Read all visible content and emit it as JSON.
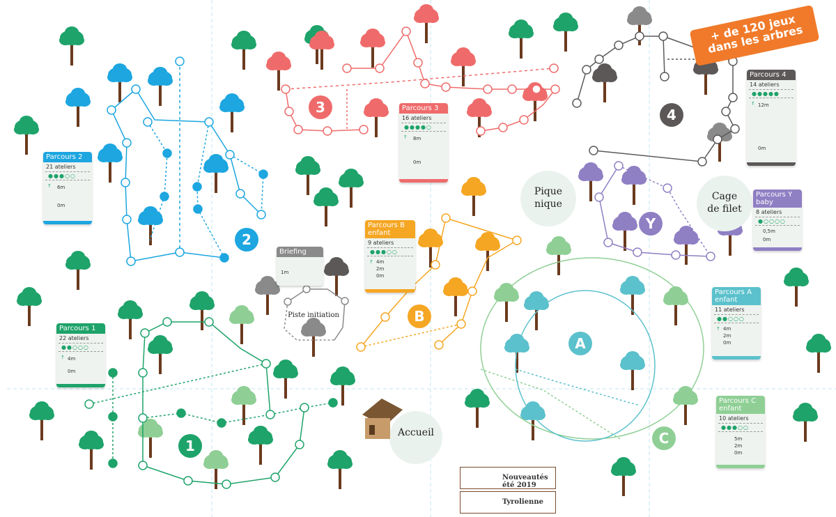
{
  "badge": {
    "line1": "+ de 120 jeux",
    "line2": "dans les arbres"
  },
  "colors": {
    "green": "#1ea36a",
    "blue": "#1da6e0",
    "red": "#ef6b6b",
    "dark": "#5c5858",
    "orange": "#f5a623",
    "purple": "#8f7fc3",
    "teal": "#5bc1cc",
    "lightgreen": "#8fcf95",
    "gray": "#8a8a8a",
    "trunk": "#6b3a1e"
  },
  "courses": {
    "c1": {
      "header": "Parcours",
      "num": "1",
      "ateliers": "22 ateliers",
      "top": "4m",
      "bottom": "0m",
      "dots": "●●○○○"
    },
    "c2": {
      "header": "Parcours",
      "num": "2",
      "ateliers": "21 ateliers",
      "top": "6m",
      "bottom": "0m",
      "dots": "●●●○○"
    },
    "c3": {
      "header": "Parcours",
      "num": "3",
      "ateliers": "16 ateliers",
      "top": "8m",
      "bottom": "0m",
      "dots": "●●●●○"
    },
    "c4": {
      "header": "Parcours",
      "num": "4",
      "ateliers": "14 ateliers",
      "top": "12m",
      "bottom": "0m",
      "dots": "●●●●●"
    },
    "cb": {
      "header": "Parcours",
      "num": "B",
      "header2": "enfant",
      "ateliers": "9 ateliers",
      "top": "4m",
      "mid": "2m",
      "bottom": "0m",
      "dots": "●●●○○"
    },
    "ca": {
      "header": "Parcours",
      "num": "A",
      "header2": "enfant",
      "ateliers": "11 ateliers",
      "top": "4m",
      "mid": "2m",
      "bottom": "0m",
      "dots": "●●○○○"
    },
    "cc": {
      "header": "Parcours",
      "num": "C",
      "header2": "enfant",
      "ateliers": "10 ateliers",
      "top": "5m",
      "mid": "2m",
      "bottom": "0m",
      "dots": "●●●○○"
    },
    "cy": {
      "header": "Parcours",
      "num": "Y",
      "header2": "baby",
      "ateliers": "8 ateliers",
      "top": "0,5m",
      "bottom": "0m",
      "dots": "●○○○○"
    },
    "briefing": {
      "header": "Briefing",
      "height": "1m"
    }
  },
  "labels": {
    "pique": "Pique\nnique",
    "cage": "Cage\nde filet",
    "piste": "Piste initiation",
    "accueil": "Accueil"
  },
  "circles": {
    "n1": "1",
    "n2": "2",
    "n3": "3",
    "n4": "4",
    "nA": "A",
    "nB": "B",
    "nC": "C",
    "nY": "Y"
  },
  "legend": {
    "nouveautes": "Nouveautés été 2019",
    "tyrolienne": "Tyrolienne"
  }
}
